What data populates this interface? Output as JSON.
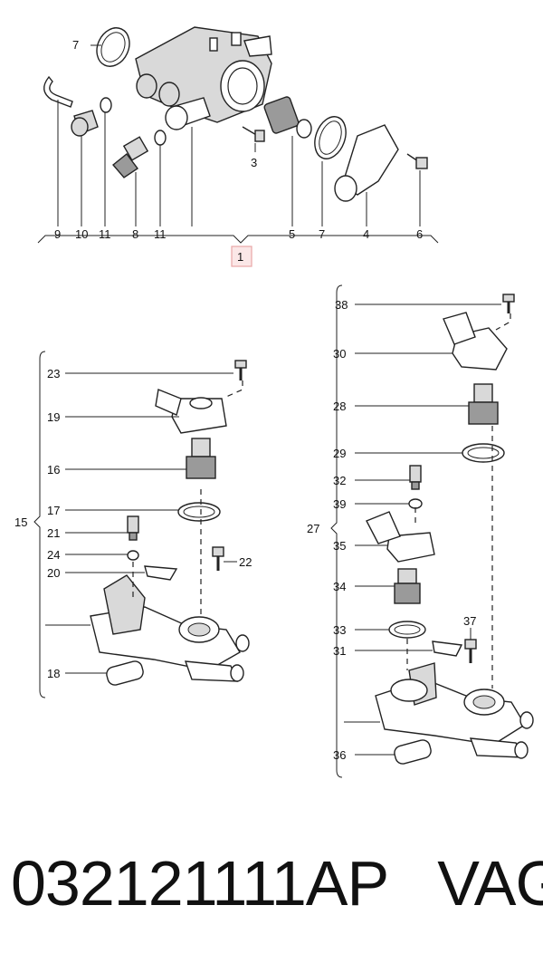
{
  "top_assembly": {
    "callouts": [
      "9",
      "10",
      "11",
      "8",
      "11",
      "5",
      "7",
      "4",
      "6"
    ],
    "upper": {
      "c7": "7",
      "c3": "3"
    },
    "main_label": "1",
    "highlight_color": "#e8a7a7"
  },
  "left_assembly": {
    "bracket_label": "15",
    "labels": [
      "23",
      "19",
      "16",
      "17",
      "21",
      "24",
      "20",
      "18",
      "22"
    ]
  },
  "right_assembly": {
    "bracket_label": "27",
    "labels": [
      "38",
      "30",
      "28",
      "29",
      "32",
      "39",
      "35",
      "34",
      "33",
      "31",
      "36",
      "37"
    ]
  },
  "footer": {
    "part_number": "032121111AP",
    "brand": "VAG"
  }
}
